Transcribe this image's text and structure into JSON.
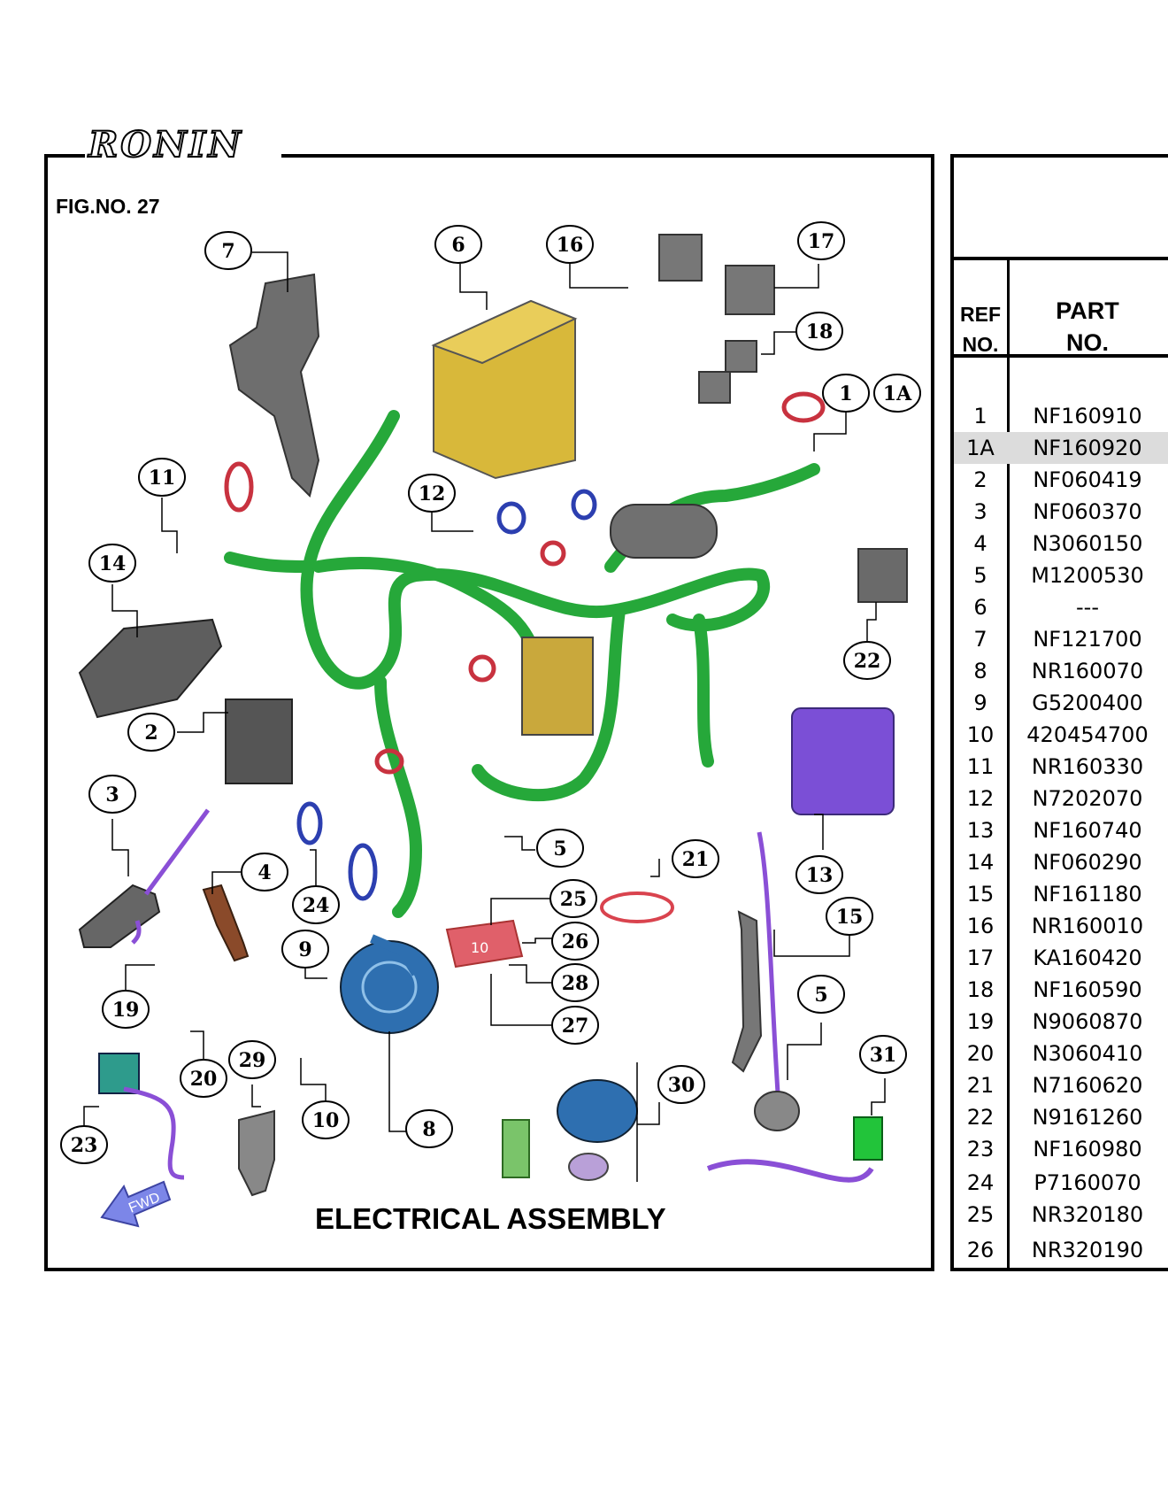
{
  "brand_logo": "RONIN",
  "figure_number": "FIG.NO. 27",
  "diagram_title": "ELECTRICAL ASSEMBLY",
  "fwd_arrow_label": "FWD",
  "fuse_label": "10",
  "table": {
    "header_ref": [
      "REF",
      "NO."
    ],
    "header_part": [
      "PART",
      "NO."
    ],
    "rows": [
      {
        "ref": "1",
        "part": "NF160910"
      },
      {
        "ref": "1A",
        "part": "NF160920",
        "highlight": true
      },
      {
        "ref": "2",
        "part": "NF060419"
      },
      {
        "ref": "3",
        "part": "NF060370"
      },
      {
        "ref": "4",
        "part": "N3060150"
      },
      {
        "ref": "5",
        "part": "M1200530"
      },
      {
        "ref": "6",
        "part": "---"
      },
      {
        "ref": "7",
        "part": "NF121700"
      },
      {
        "ref": "8",
        "part": "NR160070"
      },
      {
        "ref": "9",
        "part": "G5200400"
      },
      {
        "ref": "10",
        "part": "420454700"
      },
      {
        "ref": "11",
        "part": "NR160330"
      },
      {
        "ref": "12",
        "part": "N7202070"
      },
      {
        "ref": "13",
        "part": "NF160740"
      },
      {
        "ref": "14",
        "part": "NF060290"
      },
      {
        "ref": "15",
        "part": "NF161180"
      },
      {
        "ref": "16",
        "part": "NR160010"
      },
      {
        "ref": "17",
        "part": "KA160420"
      },
      {
        "ref": "18",
        "part": "NF160590"
      },
      {
        "ref": "19",
        "part": "N9060870"
      },
      {
        "ref": "20",
        "part": "N3060410"
      },
      {
        "ref": "21",
        "part": "N7160620"
      },
      {
        "ref": "22",
        "part": "N9161260"
      },
      {
        "ref": "23",
        "part": "NF160980"
      },
      {
        "ref": "24",
        "part": "P7160070"
      },
      {
        "ref": "25",
        "part": "NR320180"
      },
      {
        "ref": "26",
        "part": "NR320190"
      }
    ]
  },
  "callouts": [
    "7",
    "6",
    "16",
    "17",
    "18",
    "1",
    "1A",
    "11",
    "12",
    "14",
    "2",
    "3",
    "4",
    "24",
    "5",
    "21",
    "25",
    "26",
    "28",
    "27",
    "13",
    "15",
    "22",
    "9",
    "19",
    "20",
    "29",
    "10",
    "8",
    "30",
    "5",
    "31",
    "23"
  ],
  "colors": {
    "harness_green": "#26a83a",
    "battery_yellow": "#d8b83a",
    "ecu_purple": "#7b4fd6",
    "horn_blue": "#2e6fb0",
    "fuse_red": "#e0606a",
    "fwd_arrow": "#7c86e8"
  }
}
